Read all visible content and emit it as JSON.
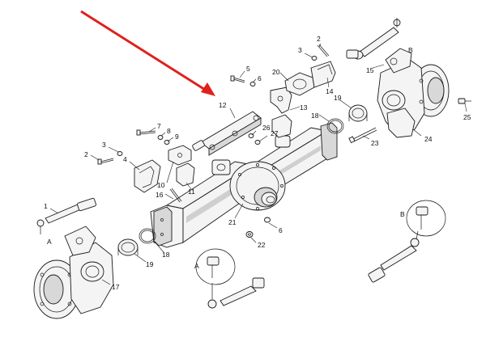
{
  "accent_color": "#e0201b",
  "callouts": {
    "c1": "1",
    "c2a": "2",
    "c2b": "2",
    "c3a": "3",
    "c3b": "3",
    "c4": "4",
    "c5": "5",
    "c6a": "6",
    "c6b": "6",
    "c7": "7",
    "c8": "8",
    "c9": "9",
    "c10": "10",
    "c11": "11",
    "c12": "12",
    "c13": "13",
    "c14": "14",
    "c15": "15",
    "c16": "16",
    "c17": "17",
    "c18a": "18",
    "c18b": "18",
    "c19a": "19",
    "c19b": "19",
    "c20": "20",
    "c21": "21",
    "c22": "22",
    "c23": "23",
    "c24": "24",
    "c25": "25",
    "c26": "26",
    "c27": "27"
  },
  "view_labels": {
    "a_main": "A",
    "a_detail": "A",
    "b_main": "B",
    "b_detail": "B"
  },
  "icons": {
    "pointer": "red-arrow-icon"
  }
}
